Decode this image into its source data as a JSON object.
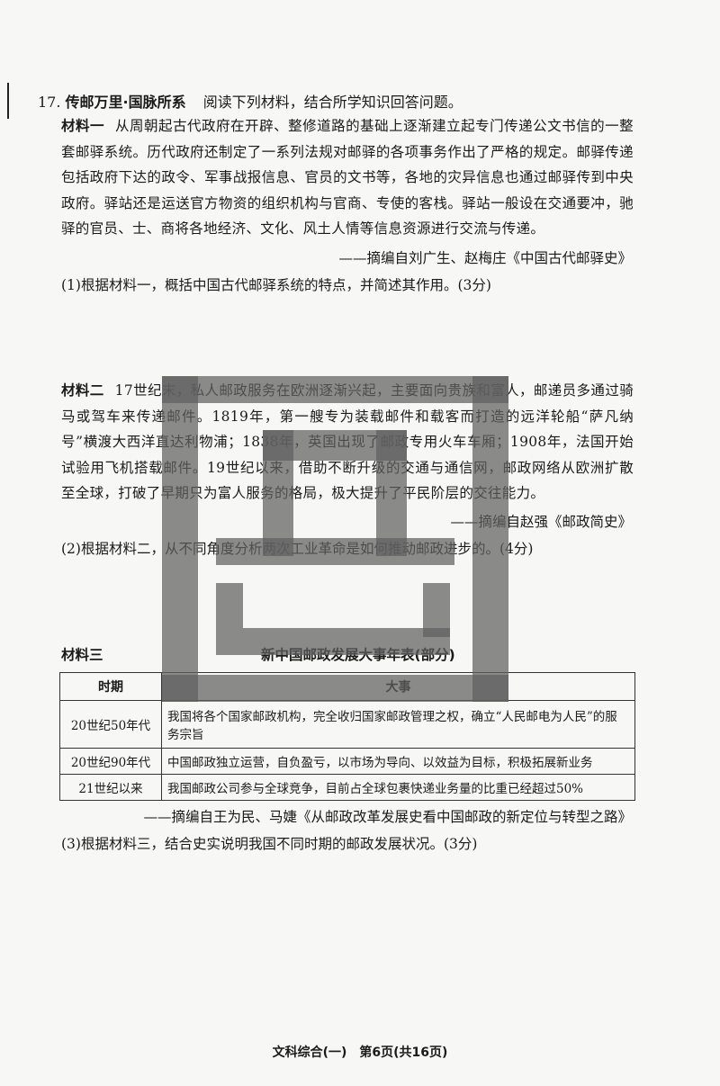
{
  "question": {
    "number": "17.",
    "topic": "传邮万里·国脉所系",
    "instruction": "阅读下列材料，结合所学知识回答问题。"
  },
  "material1": {
    "label": "材料一",
    "text": "从周朝起古代政府在开辟、整修道路的基础上逐渐建立起专门传递公文书信的一整套邮驿系统。历代政府还制定了一系列法规对邮驿的各项事务作出了严格的规定。邮驿传递包括政府下达的政令、军事战报信息、官员的文书等，各地的灾异信息也通过邮驿传到中央政府。驿站还是运送官方物资的组织机构与官商、专使的客栈。驿站一般设在交通要冲，驰驿的官员、士、商将各地经济、文化、风土人情等信息资源进行交流与传递。",
    "source": "——摘编自刘广生、赵梅庄《中国古代邮驿史》"
  },
  "q1": "(1)根据材料一，概括中国古代邮驿系统的特点，并简述其作用。(3分)",
  "material2": {
    "label": "材料二",
    "text": "17世纪末，私人邮政服务在欧洲逐渐兴起，主要面向贵族和富人，邮递员多通过骑马或驾车来传递邮件。1819年，第一艘专为装载邮件和载客而打造的远洋轮船“萨凡纳号”横渡大西洋直达利物浦；1838年，英国出现了邮政专用火车车厢；1908年，法国开始试验用飞机搭载邮件。19世纪以来，借助不断升级的交通与通信网，邮政网络从欧洲扩散至全球，打破了早期只为富人服务的格局，极大提升了平民阶层的交往能力。",
    "source": "——摘编自赵强《邮政简史》"
  },
  "q2": "(2)根据材料二，从不同角度分析两次工业革命是如何推动邮政进步的。(4分)",
  "material3": {
    "label": "材料三",
    "table_title": "新中国邮政发展大事年表(部分)",
    "headers": [
      "时期",
      "大事"
    ],
    "rows": [
      [
        "20世纪50年代",
        "我国将各个国家邮政机构，完全收归国家邮政管理之权，确立“人民邮电为人民”的服务宗旨"
      ],
      [
        "20世纪90年代",
        "中国邮政独立运营，自负盈亏，以市场为导向、以效益为目标，积极拓展新业务"
      ],
      [
        "21世纪以来",
        "我国邮政公司参与全球竞争，目前占全球包裹快递业务量的比重已经超过50%"
      ]
    ],
    "source": "——摘编自王为民、马婕《从邮政改革发展史看中国邮政的新定位与转型之路》"
  },
  "q3": "(3)根据材料三，结合史实说明我国不同时期的邮政发展状况。(3分)",
  "footer": "文科综合(一)　第6页(共16页)"
}
